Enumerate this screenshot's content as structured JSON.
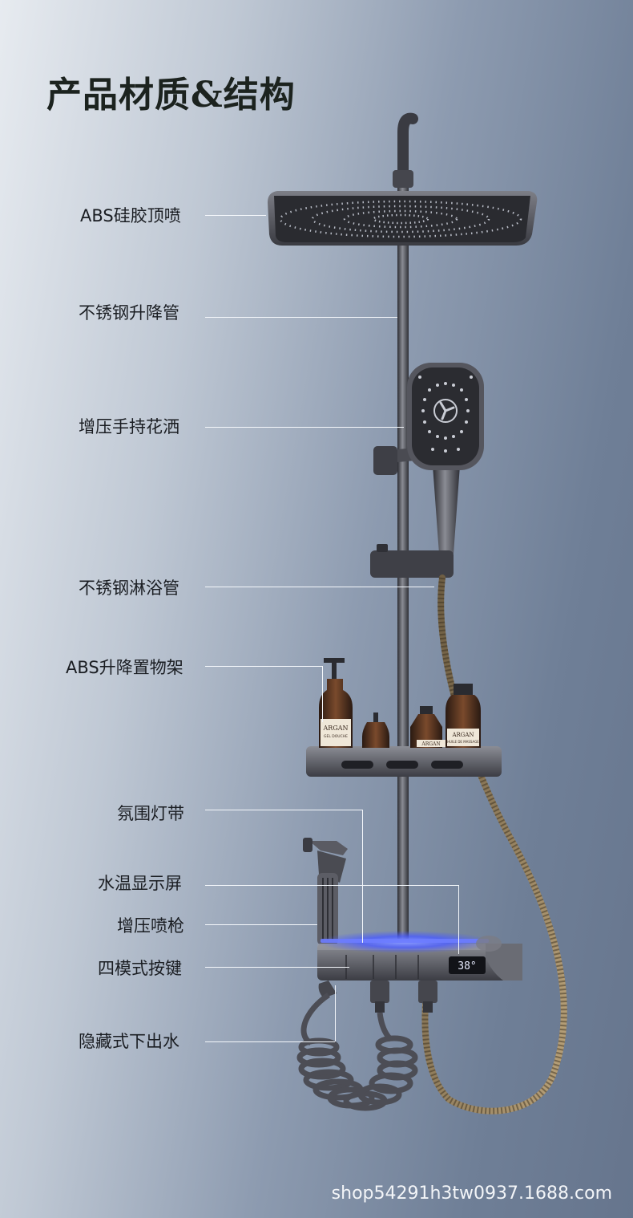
{
  "title": "产品材质&结构",
  "labels": {
    "top_shower": "ABS硅胶顶喷",
    "lift_pipe": "不锈钢升降管",
    "handheld": "增压手持花洒",
    "shower_pipe": "不锈钢淋浴管",
    "shelf": "ABS升降置物架",
    "light_strip": "氛围灯带",
    "temp_display": "水温显示屏",
    "spray_gun": "增压喷枪",
    "buttons": "四模式按键",
    "outlet": "隐藏式下出水"
  },
  "bottles": {
    "big": "ARGAN",
    "big_sub": "GEL DOUCHE",
    "small": "ARGAN",
    "right": "ARGAN",
    "right_sub": "HUILE DE MASSAGE"
  },
  "display": {
    "temperature": "38°"
  },
  "watermark": "shop54291h3tw0937.1688.com",
  "colors": {
    "background_light": "#e7ebf0",
    "background_dark": "#66758d",
    "led": "#4a5cff",
    "metal": "#4a4b52"
  }
}
